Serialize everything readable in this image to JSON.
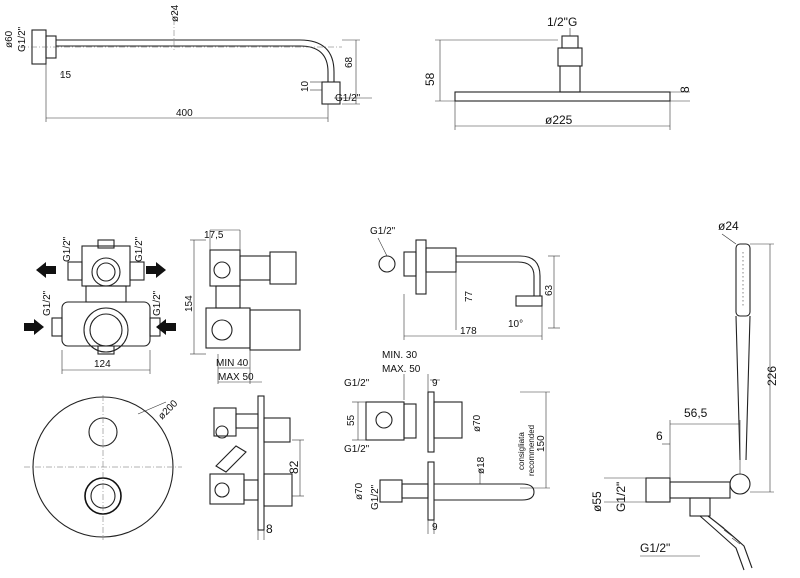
{
  "drawing": {
    "arm": {
      "d_wall": "ø60",
      "thread_wall": "G1/2\"",
      "d_tube": "ø24",
      "offset": "15",
      "drop": "68",
      "d_tip": "10",
      "length": "400",
      "thread_tip": "G1/2\""
    },
    "head": {
      "thread": "1/2\"G",
      "height": "58",
      "thickness": "8",
      "diameter": "ø225"
    },
    "valve_front": {
      "g_top_left": "G1/2\"",
      "g_top_right": "G1/2\"",
      "g_mid_left": "G1/2\"",
      "g_mid_right": "G1/2\"",
      "width": "124"
    },
    "valve_side": {
      "depth_top": "17,5",
      "height": "154",
      "min": "MIN 40",
      "max": "MAX 50"
    },
    "plate": {
      "diameter": "ø200",
      "height": "82",
      "thickness": "8"
    },
    "spout": {
      "thread": "G1/2\"",
      "height": "77",
      "drop": "63",
      "angle": "10°",
      "length": "178"
    },
    "spout_body": {
      "min": "MIN. 30",
      "max": "MAX. 50",
      "g_top": "G1/2\"",
      "g_bottom": "G1/2\"",
      "height_left": "55",
      "gap": "9",
      "d_plate": "ø70",
      "note_1": "consigliata",
      "note_2": "recommended",
      "length": "150",
      "d_outlet": "ø18",
      "d_plate_lower": "ø70",
      "g_lower": "G1/2\"",
      "gap_lower": "9"
    },
    "hand": {
      "d_handle": "ø24",
      "length": "226",
      "reach": "56,5",
      "flange": "6",
      "d_flange": "ø55",
      "thread_side": "G1/2\"",
      "thread_bottom": "G1/2\""
    }
  }
}
